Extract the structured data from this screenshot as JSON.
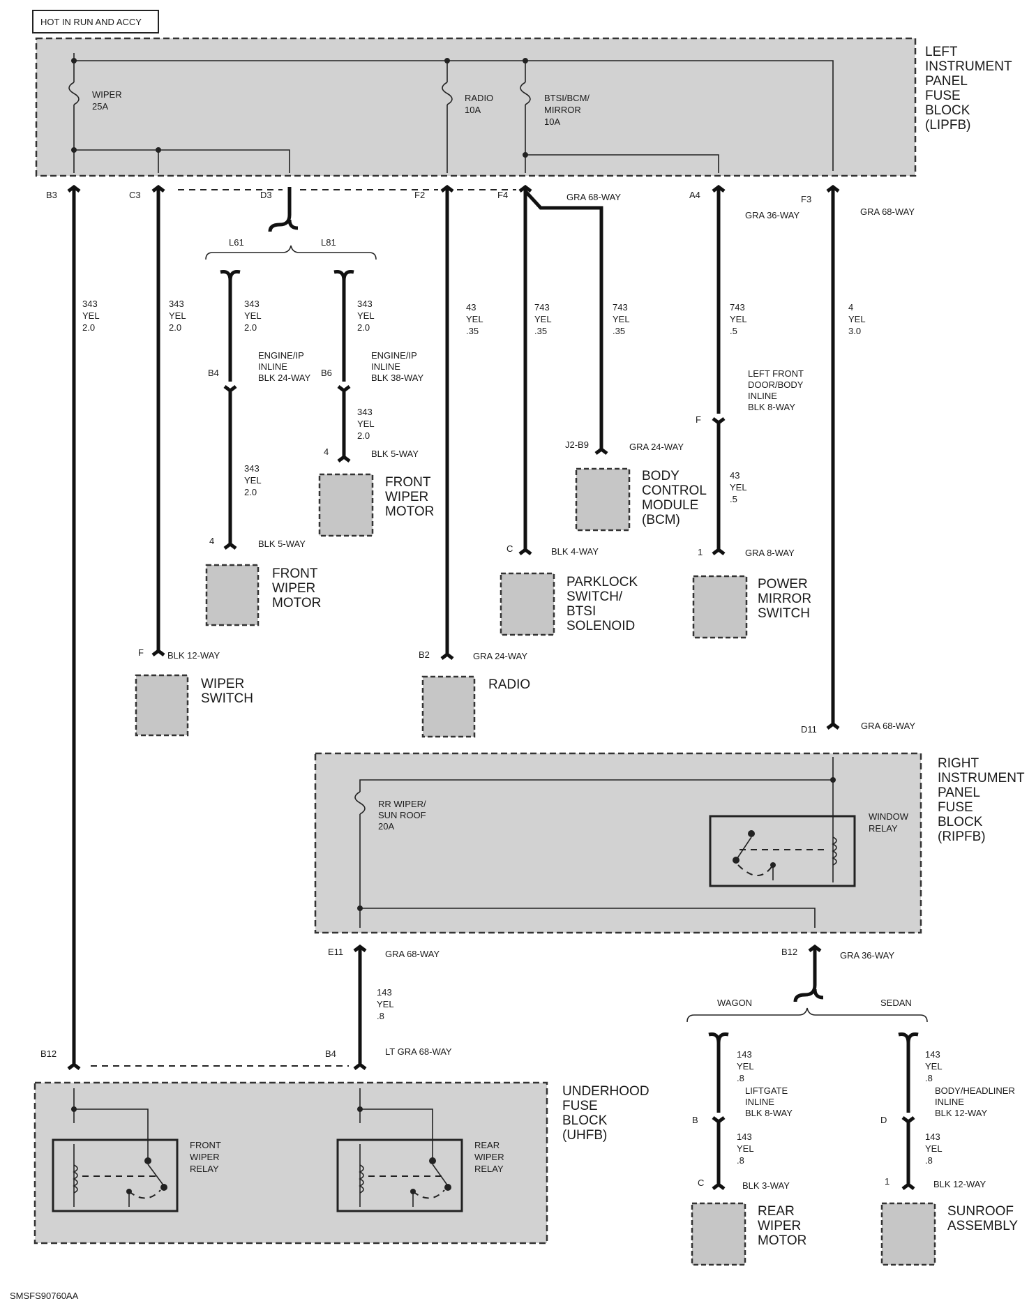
{
  "header": {
    "power_label": "HOT IN RUN AND ACCY"
  },
  "lipfb": {
    "label": [
      "LEFT",
      "INSTRUMENT",
      "PANEL",
      "FUSE",
      "BLOCK",
      "(LIPFB)"
    ],
    "fuses": {
      "wiper": [
        "WIPER",
        "25A"
      ],
      "radio": [
        "RADIO",
        "10A"
      ],
      "btsi": [
        "BTSI/BCM/",
        "MIRROR",
        "10A"
      ]
    },
    "pins": [
      "B3",
      "C3",
      "D3",
      "F2",
      "F4",
      "A4",
      "F3"
    ],
    "connectors": {
      "f4": "GRA 68-WAY",
      "a4": "GRA 36-WAY",
      "f3": "GRA 68-WAY"
    }
  },
  "options": {
    "l61": "L61",
    "l81": "L81"
  },
  "wires": {
    "b3": [
      "343",
      "YEL",
      "2.0"
    ],
    "c3": [
      "343",
      "YEL",
      "2.0"
    ],
    "l61_upper": [
      "343",
      "YEL",
      "2.0"
    ],
    "l61_lower": [
      "343",
      "YEL",
      "2.0"
    ],
    "l81_upper": [
      "343",
      "YEL",
      "2.0"
    ],
    "l81_lower": [
      "343",
      "YEL",
      "2.0"
    ],
    "f2": [
      "43",
      "YEL",
      ".35"
    ],
    "f4_a": [
      "743",
      "YEL",
      ".35"
    ],
    "f4_b": [
      "743",
      "YEL",
      ".35"
    ],
    "a4_upper": [
      "743",
      "YEL",
      ".5"
    ],
    "a4_lower": [
      "43",
      "YEL",
      ".5"
    ],
    "f3": [
      "4",
      "YEL",
      "3.0"
    ],
    "e11": [
      "143",
      "YEL",
      ".8"
    ],
    "wagon_upper": [
      "143",
      "YEL",
      ".8"
    ],
    "wagon_lower": [
      "143",
      "YEL",
      ".8"
    ],
    "sedan_upper": [
      "143",
      "YEL",
      ".8"
    ],
    "sedan_lower": [
      "143",
      "YEL",
      ".8"
    ]
  },
  "inline_connectors": {
    "l61": {
      "pin": "B4",
      "label": [
        "ENGINE/IP",
        "INLINE",
        "BLK 24-WAY"
      ]
    },
    "l81": {
      "pin": "B6",
      "label": [
        "ENGINE/IP",
        "INLINE",
        "BLK 38-WAY"
      ]
    },
    "a4": {
      "pin": "F",
      "label": [
        "LEFT FRONT",
        "DOOR/BODY",
        "INLINE",
        "BLK 8-WAY"
      ]
    },
    "wagon": {
      "pin": "B",
      "label": [
        "LIFTGATE",
        "INLINE",
        "BLK 8-WAY"
      ]
    },
    "sedan": {
      "pin": "D",
      "label": [
        "BODY/HEADLINER",
        "INLINE",
        "BLK 12-WAY"
      ]
    }
  },
  "components": {
    "front_wiper_motor_l61": {
      "pin": "4",
      "connector": "BLK 5-WAY",
      "name": [
        "FRONT",
        "WIPER",
        "MOTOR"
      ]
    },
    "front_wiper_motor_l81": {
      "pin": "4",
      "connector": "BLK 5-WAY",
      "name": [
        "FRONT",
        "WIPER",
        "MOTOR"
      ]
    },
    "wiper_switch": {
      "pin": "F",
      "connector": "BLK 12-WAY",
      "name": [
        "WIPER",
        "SWITCH"
      ]
    },
    "radio": {
      "pin": "B2",
      "connector": "GRA 24-WAY",
      "name": [
        "RADIO"
      ]
    },
    "bcm": {
      "pin": "J2-B9",
      "connector": "GRA 24-WAY",
      "name": [
        "BODY",
        "CONTROL",
        "MODULE",
        "(BCM)"
      ]
    },
    "parklock": {
      "pin": "C",
      "connector": "BLK 4-WAY",
      "name": [
        "PARKLOCK",
        "SWITCH/",
        "BTSI",
        "SOLENOID"
      ]
    },
    "power_mirror": {
      "pin": "1",
      "connector": "GRA 8-WAY",
      "name": [
        "POWER",
        "MIRROR",
        "SWITCH"
      ]
    },
    "rear_wiper_motor": {
      "pin": "C",
      "connector": "BLK 3-WAY",
      "name": [
        "REAR",
        "WIPER",
        "MOTOR"
      ]
    },
    "sunroof": {
      "pin": "1",
      "connector": "BLK 12-WAY",
      "name": [
        "SUNROOF",
        "ASSEMBLY"
      ]
    }
  },
  "ripfb": {
    "label": [
      "RIGHT",
      "INSTRUMENT",
      "PANEL",
      "FUSE",
      "BLOCK",
      "(RIPFB)"
    ],
    "in_pin": "D11",
    "in_connector": "GRA 68-WAY",
    "fuse": [
      "RR WIPER/",
      "SUN ROOF",
      "20A"
    ],
    "relay": [
      "WINDOW",
      "RELAY"
    ],
    "out_e11": {
      "pin": "E11",
      "connector": "GRA 68-WAY"
    },
    "out_b12": {
      "pin": "B12",
      "connector": "GRA 36-WAY"
    }
  },
  "branches": {
    "wagon": "WAGON",
    "sedan": "SEDAN"
  },
  "uhfb": {
    "label": [
      "UNDERHOOD",
      "FUSE",
      "BLOCK",
      "(UHFB)"
    ],
    "pin_b12": "B12",
    "pin_b4": "B4",
    "b4_connector": "LT GRA 68-WAY",
    "front_relay": [
      "FRONT",
      "WIPER",
      "RELAY"
    ],
    "rear_relay": [
      "REAR",
      "WIPER",
      "RELAY"
    ]
  },
  "footer": {
    "figure_id": "SMSFS90760AA"
  }
}
